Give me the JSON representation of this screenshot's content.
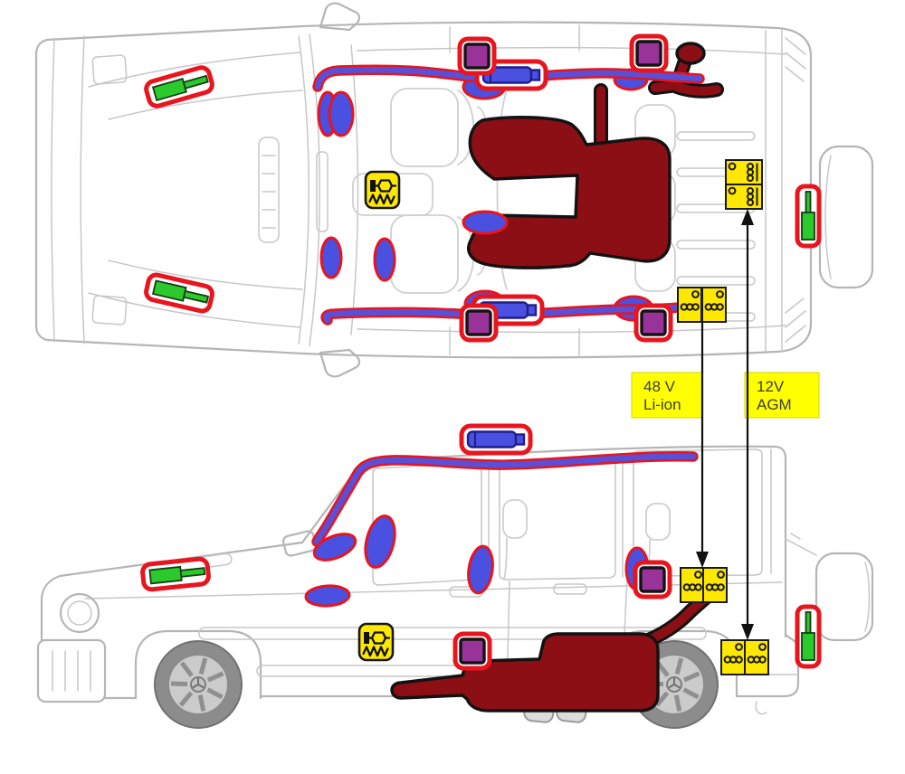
{
  "diagram": {
    "description": "Vehicle electrical component location diagram, top view and side view of a boxy off-road SUV",
    "views": [
      {
        "name": "top-view"
      },
      {
        "name": "side-view"
      }
    ],
    "labels": {
      "battery_48v": {
        "line1": "48 V",
        "line2": "Li-ion"
      },
      "battery_12v": {
        "line1": "12V",
        "line2": "AGM"
      }
    },
    "legend_icons": {
      "battery_module": "yellow-battery-icon",
      "electric_heater": "yellow-resistor-icon",
      "control_unit": "purple-square-icon",
      "capacitor": "blue-cylinder-icon",
      "speaker": "blue-oval-icon",
      "gas_strut": "green-strut-icon",
      "wiring_harness": "purple-cable-red-outline",
      "exhaust_system": "dark-red-shape"
    },
    "colors": {
      "highlight_red": "#e8141e",
      "module_purple": "#993399",
      "component_blue": "#4a50e0",
      "harness_purple": "#5a50d8",
      "dark_red": "#8b0f14",
      "component_yellow": "#ffe800",
      "label_yellow": "#ffff00",
      "label_text": "#3c3c3c",
      "strut_green": "#2bc92b",
      "car_gray": "#b5b5b5",
      "line_black": "#111111"
    }
  }
}
